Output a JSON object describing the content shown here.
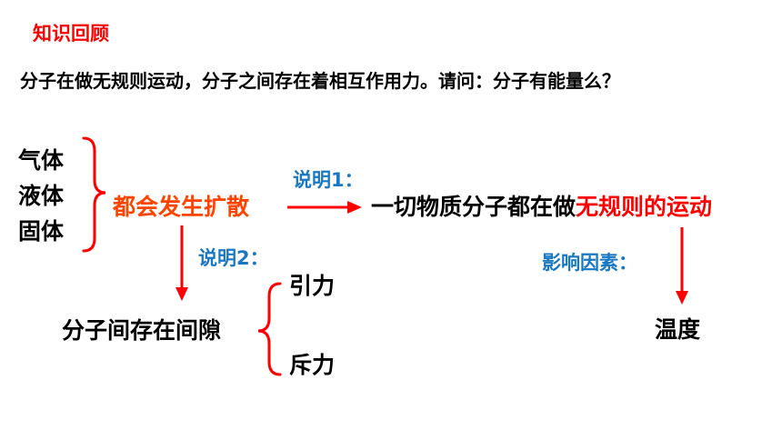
{
  "title": "知识回顾",
  "question": "分子在做无规则运动，分子之间存在着相互作用力。请问：分子有能量么？",
  "states": [
    "气体",
    "液体",
    "固体"
  ],
  "diffusion": "都会发生扩散",
  "note1": "说明1：",
  "conclusion_prefix": "一切物质分子都在做",
  "conclusion_highlight": "无规则的运动",
  "note2": "说明2：",
  "gap": "分子间存在间隙",
  "attraction": "引力",
  "repulsion": "斥力",
  "factor_label": "影响因素：",
  "temperature": "温度",
  "colors": {
    "title": "#ff0000",
    "diffusion": "#ff4400",
    "note": "#1a78c2",
    "arrow": "#ff0000",
    "highlight": "#ff0000",
    "text": "#000000"
  }
}
